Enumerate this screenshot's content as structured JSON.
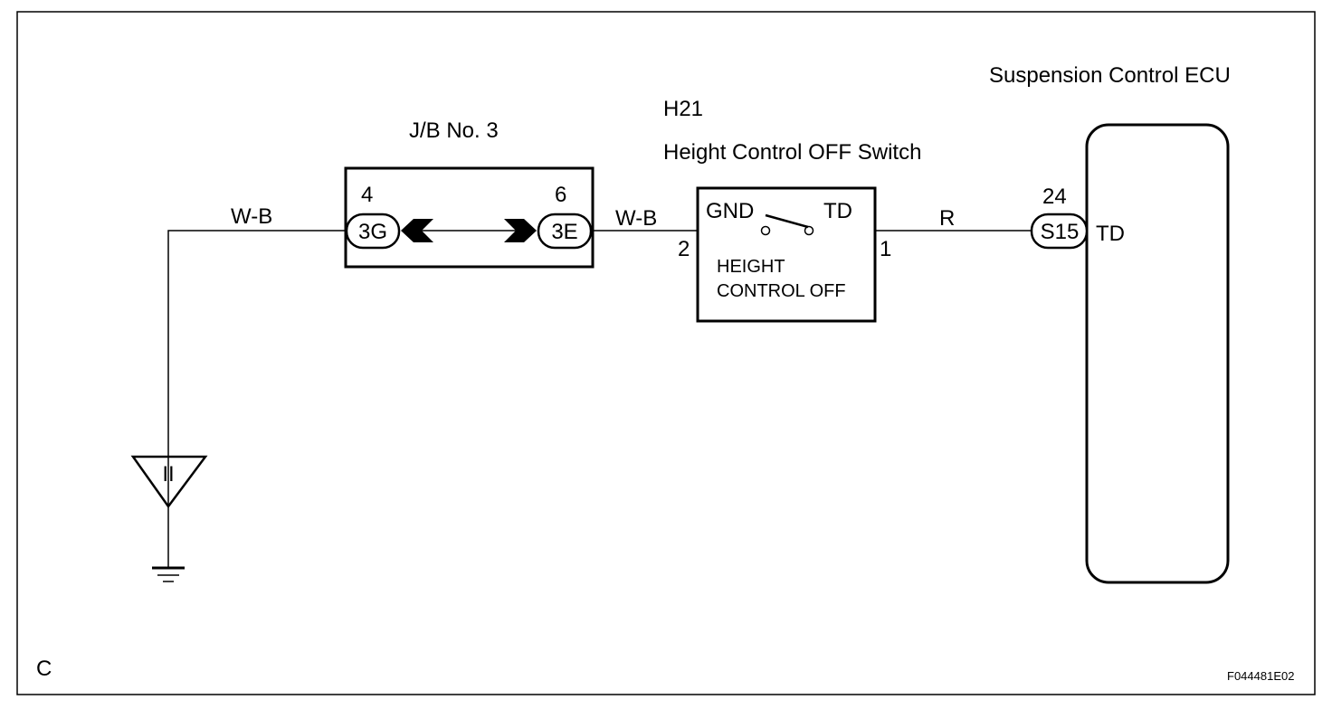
{
  "ecu": {
    "title": "Suspension Control ECU",
    "pin_no": "24",
    "connector": "S15",
    "terminal": "TD"
  },
  "switch": {
    "code": "H21",
    "name": "Height Control OFF Switch",
    "gnd_label": "GND",
    "td_label": "TD",
    "pin_left": "2",
    "pin_right": "1",
    "text_line1": "HEIGHT",
    "text_line2": "CONTROL OFF"
  },
  "junction_block": {
    "title": "J/B No. 3",
    "left_pin_no": "4",
    "left_connector": "3G",
    "right_pin_no": "6",
    "right_connector": "3E"
  },
  "wires": {
    "ground_wire": "W-B",
    "jb_to_switch": "W-B",
    "switch_to_ecu": "R"
  },
  "ground": {
    "point": "II"
  },
  "footer": {
    "corner_letter": "C",
    "figure_code": "F044481E02"
  }
}
